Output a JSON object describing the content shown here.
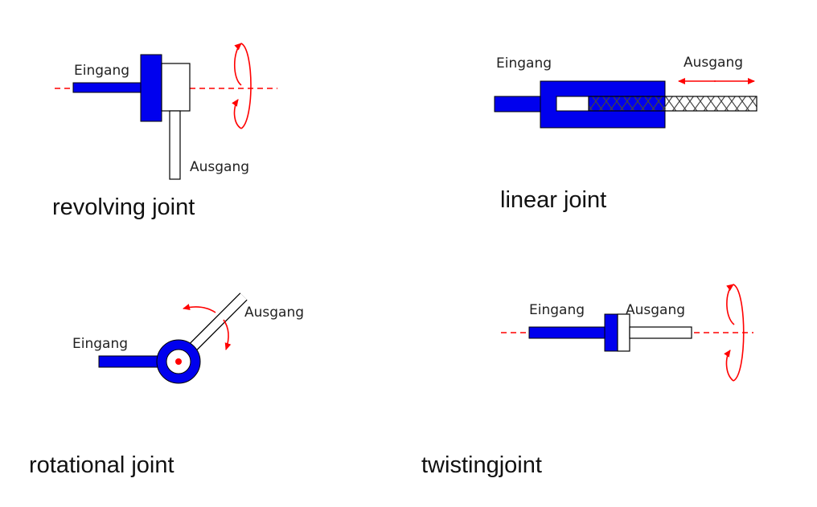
{
  "colors": {
    "joint_blue": "#0000ee",
    "axis_red": "#ff0000",
    "outline": "#000000",
    "fill_white": "#ffffff",
    "hatch_grey": "#555555"
  },
  "diagrams": {
    "revolving": {
      "input_label": "Eingang",
      "output_label": "Ausgang",
      "caption": "revolving joint"
    },
    "linear": {
      "input_label": "Eingang",
      "output_label": "Ausgang",
      "caption": "linear joint"
    },
    "rotational": {
      "input_label": "Eingang",
      "output_label": "Ausgang",
      "caption": "rotational joint"
    },
    "twisting": {
      "input_label": "Eingang",
      "output_label": "Ausgang",
      "caption": "twistingjoint"
    }
  }
}
